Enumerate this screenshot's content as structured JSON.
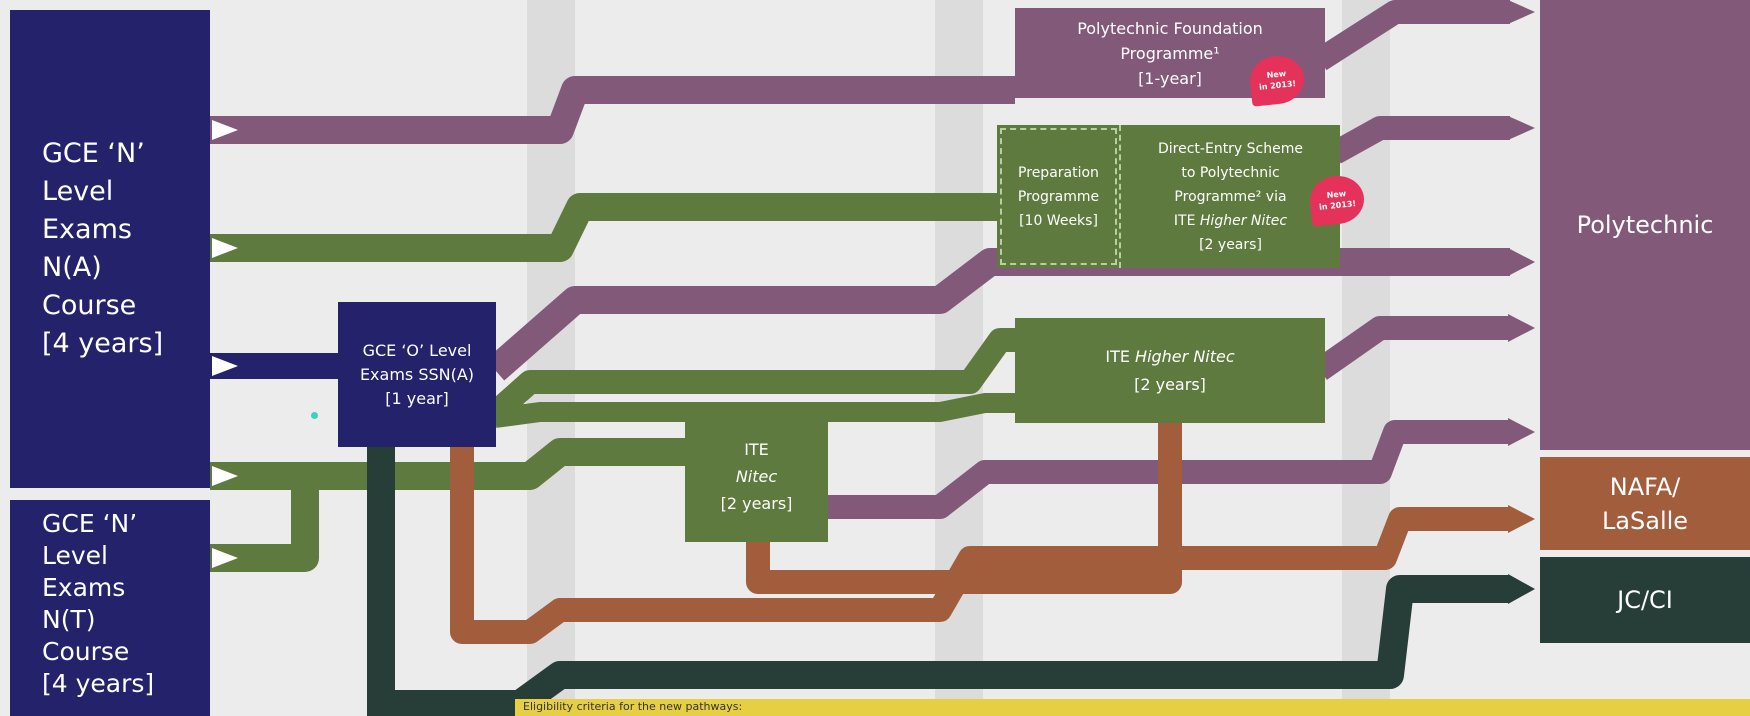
{
  "n_a_course": {
    "line1": "GCE ‘N’",
    "line2": "Level",
    "line3": "Exams",
    "line4": "N(A)",
    "line5": "Course",
    "line6": "[4 years]"
  },
  "n_t_course": {
    "line1": "GCE ‘N’",
    "line2": "Level",
    "line3": "Exams",
    "line4": "N(T)",
    "line5": "Course",
    "line6": "[4 years]"
  },
  "o_level": {
    "line1": "GCE ‘O’ Level",
    "line2": "Exams SSN(A)",
    "line3": "[1 year]"
  },
  "pfp": {
    "line1": "Polytechnic Foundation",
    "line2": "Programme¹",
    "line3": "[1-year]"
  },
  "prep": {
    "line1": "Preparation",
    "line2": "Programme",
    "line3": "[10 Weeks]"
  },
  "dse": {
    "line1": "Direct-Entry Scheme",
    "line2": "to Polytechnic",
    "line3": "Programme² via",
    "line4_prefix": "ITE ",
    "line4_italic": "Higher Nitec",
    "line5": "[2 years]"
  },
  "higher_nitec": {
    "prefix": "ITE ",
    "italic": "Higher Nitec",
    "duration": "[2 years]"
  },
  "nitec": {
    "line1": "ITE",
    "line2": "Nitec",
    "line3": "[2 years]"
  },
  "destinations": {
    "polytechnic": "Polytechnic",
    "nafa_line1": "NAFA/",
    "nafa_line2": "LaSalle",
    "jc": "JC/CI"
  },
  "badges": [
    {
      "line1": "New",
      "line2": "in 2013!"
    },
    {
      "line1": "New",
      "line2": "in 2013!"
    }
  ],
  "footnote": "Eligibility criteria for the new pathways:",
  "colors": {
    "navy": "#23226a",
    "green": "#5f7a3e",
    "purple": "#83597a",
    "brown": "#a15d3c",
    "dark": "#263e37",
    "badge": "#e5325a",
    "note": "#e7cf44"
  }
}
